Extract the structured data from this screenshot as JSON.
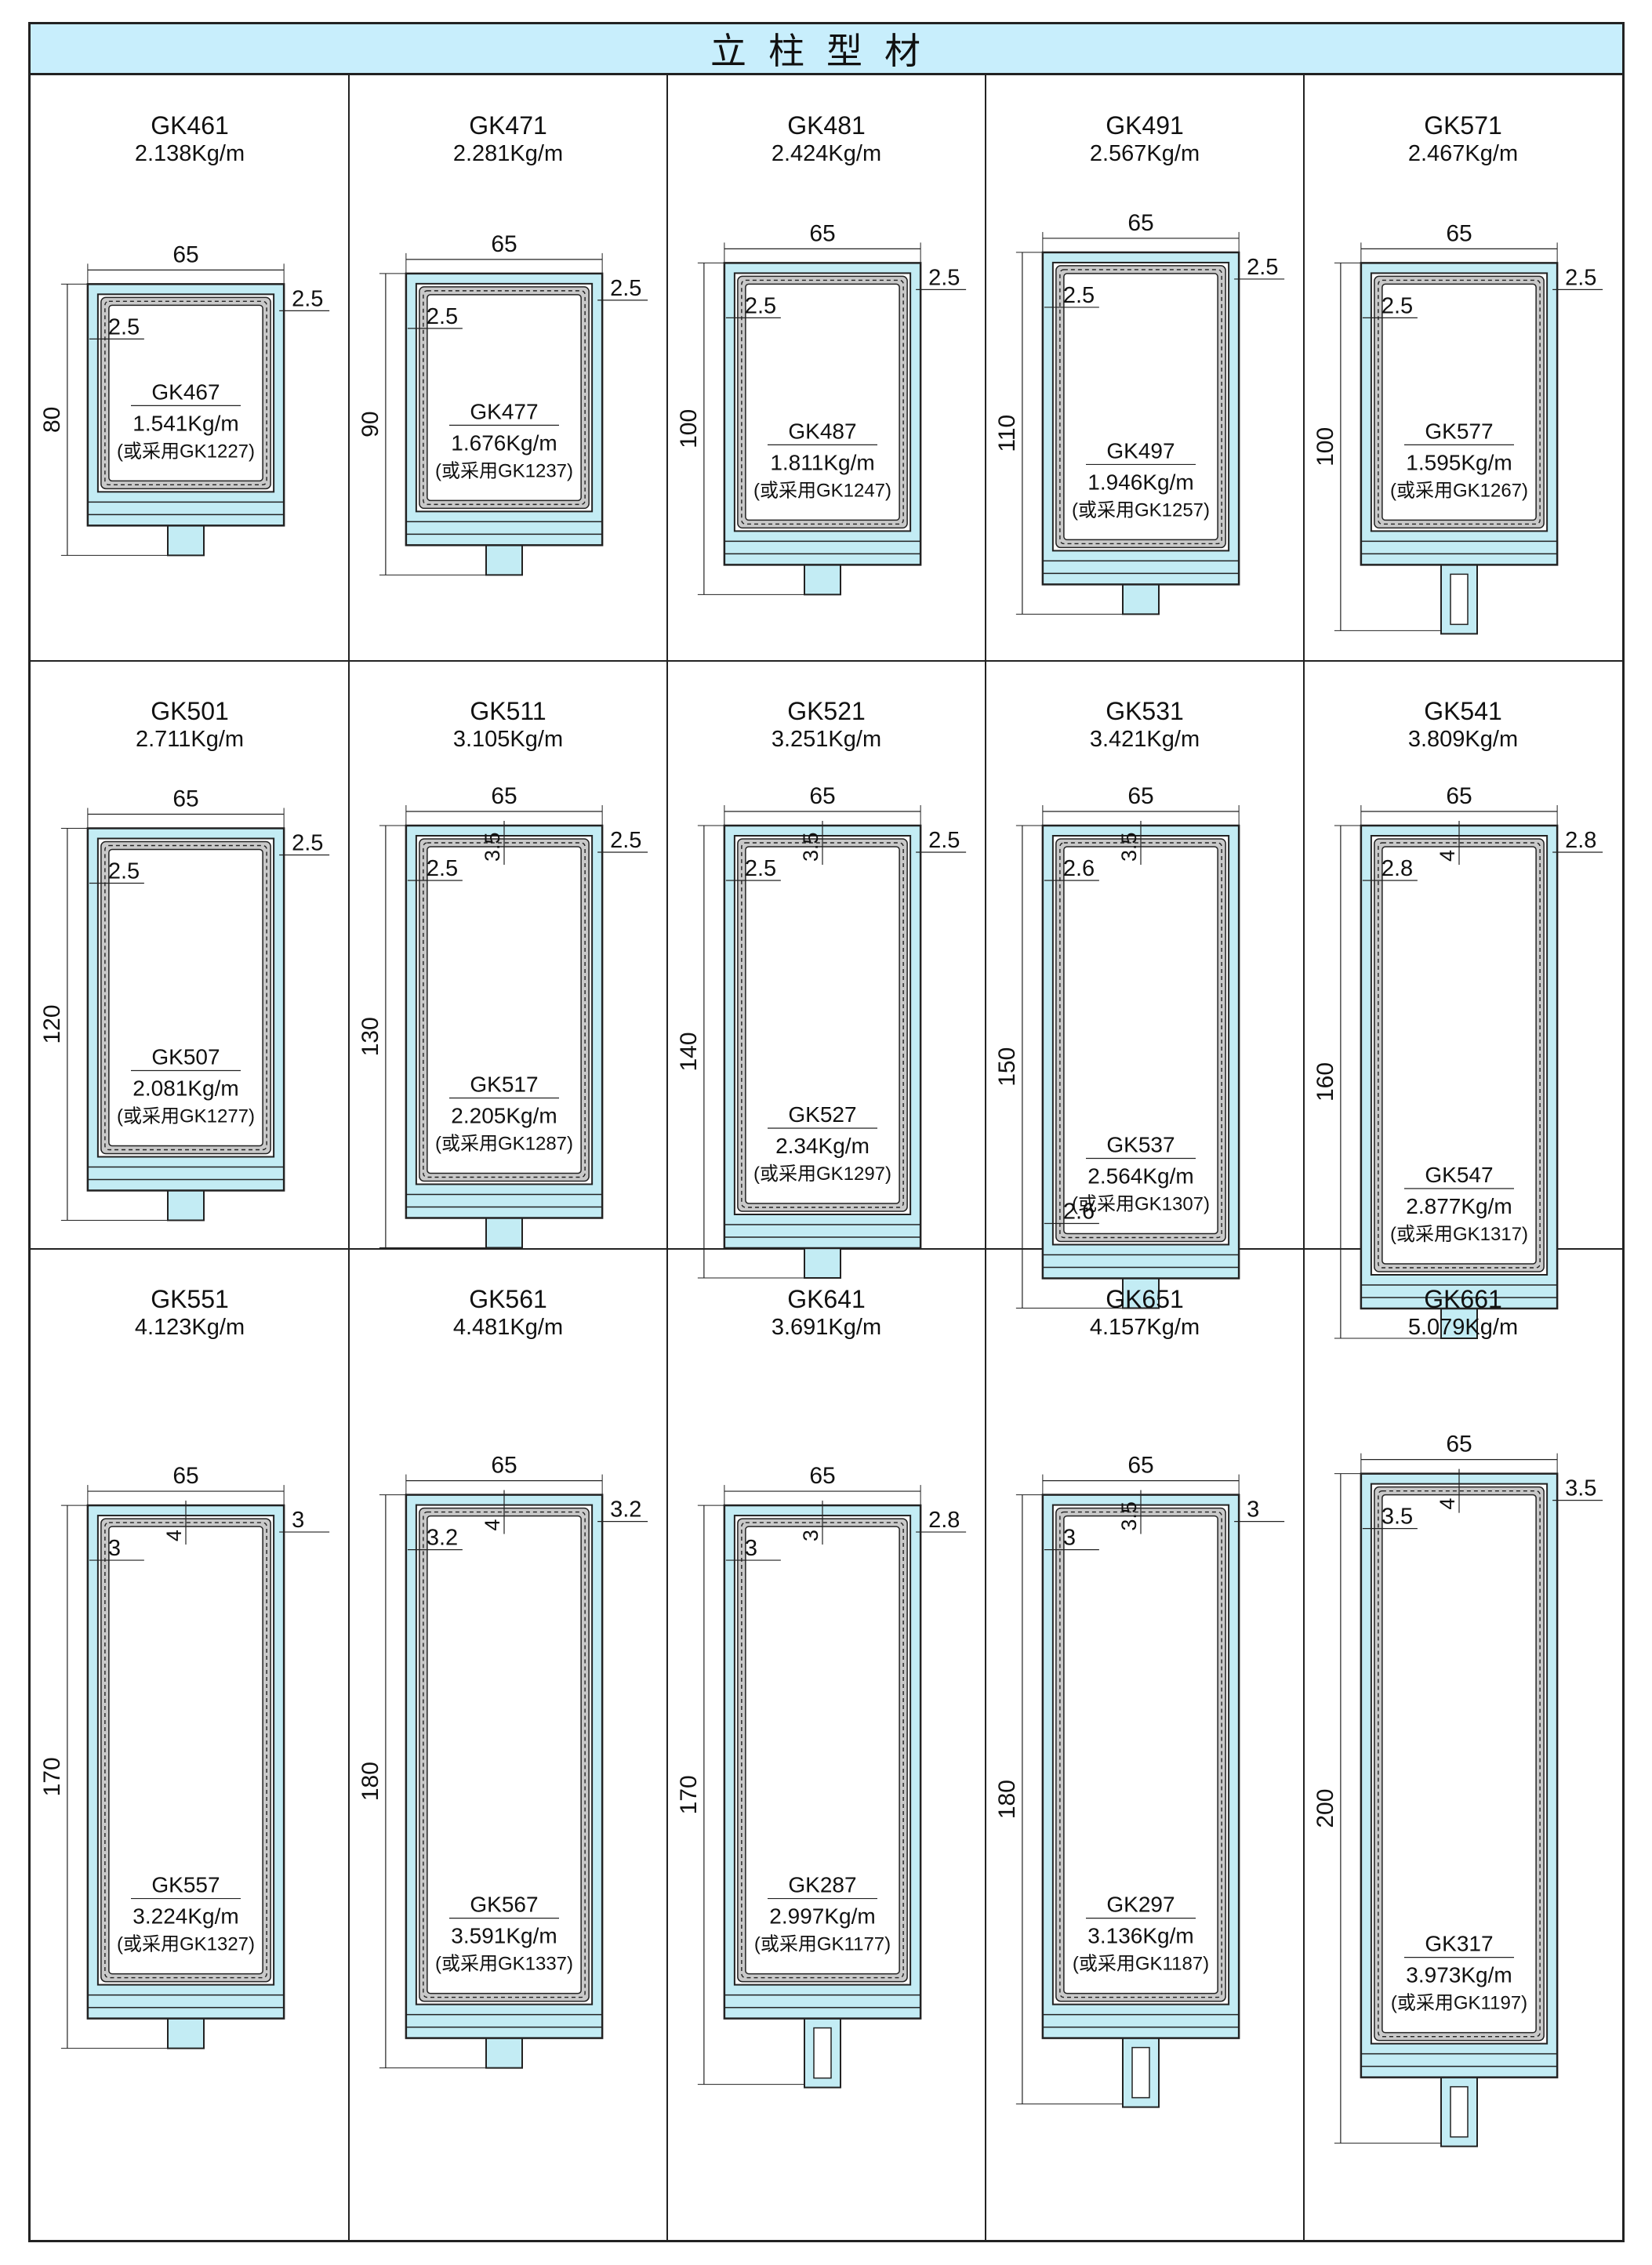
{
  "header": {
    "title": "立柱型材"
  },
  "profiles": [
    {
      "code": "GK461",
      "weight": "2.138Kg/m",
      "width_label": "65",
      "height_label": "80",
      "height_mm": 80,
      "wall_left": "2.5",
      "wall_right": "2.5",
      "wall_top": "",
      "wall_bottom": "",
      "inner_code": "GK467",
      "inner_weight": "1.541Kg/m",
      "inner_alt": "(或采用GK1227)",
      "stem": "plain"
    },
    {
      "code": "GK471",
      "weight": "2.281Kg/m",
      "width_label": "65",
      "height_label": "90",
      "height_mm": 90,
      "wall_left": "2.5",
      "wall_right": "2.5",
      "wall_top": "",
      "wall_bottom": "",
      "inner_code": "GK477",
      "inner_weight": "1.676Kg/m",
      "inner_alt": "(或采用GK1237)",
      "stem": "plain"
    },
    {
      "code": "GK481",
      "weight": "2.424Kg/m",
      "width_label": "65",
      "height_label": "100",
      "height_mm": 100,
      "wall_left": "2.5",
      "wall_right": "2.5",
      "wall_top": "",
      "wall_bottom": "",
      "inner_code": "GK487",
      "inner_weight": "1.811Kg/m",
      "inner_alt": "(或采用GK1247)",
      "stem": "plain"
    },
    {
      "code": "GK491",
      "weight": "2.567Kg/m",
      "width_label": "65",
      "height_label": "110",
      "height_mm": 110,
      "wall_left": "2.5",
      "wall_right": "2.5",
      "wall_top": "",
      "wall_bottom": "",
      "inner_code": "GK497",
      "inner_weight": "1.946Kg/m",
      "inner_alt": "(或采用GK1257)",
      "stem": "plain"
    },
    {
      "code": "GK571",
      "weight": "2.467Kg/m",
      "width_label": "65",
      "height_label": "100",
      "height_mm": 100,
      "wall_left": "2.5",
      "wall_right": "2.5",
      "wall_top": "",
      "wall_bottom": "",
      "inner_code": "GK577",
      "inner_weight": "1.595Kg/m",
      "inner_alt": "(或采用GK1267)",
      "stem": "box"
    },
    {
      "code": "GK501",
      "weight": "2.711Kg/m",
      "width_label": "65",
      "height_label": "120",
      "height_mm": 120,
      "wall_left": "2.5",
      "wall_right": "2.5",
      "wall_top": "",
      "wall_bottom": "",
      "inner_code": "GK507",
      "inner_weight": "2.081Kg/m",
      "inner_alt": "(或采用GK1277)",
      "stem": "plain"
    },
    {
      "code": "GK511",
      "weight": "3.105Kg/m",
      "width_label": "65",
      "height_label": "130",
      "height_mm": 130,
      "wall_left": "2.5",
      "wall_right": "2.5",
      "wall_top": "3.5",
      "wall_bottom": "",
      "inner_code": "GK517",
      "inner_weight": "2.205Kg/m",
      "inner_alt": "(或采用GK1287)",
      "stem": "plain"
    },
    {
      "code": "GK521",
      "weight": "3.251Kg/m",
      "width_label": "65",
      "height_label": "140",
      "height_mm": 140,
      "wall_left": "2.5",
      "wall_right": "2.5",
      "wall_top": "3.5",
      "wall_bottom": "",
      "inner_code": "GK527",
      "inner_weight": "2.34Kg/m",
      "inner_alt": "(或采用GK1297)",
      "stem": "plain"
    },
    {
      "code": "GK531",
      "weight": "3.421Kg/m",
      "width_label": "65",
      "height_label": "150",
      "height_mm": 150,
      "wall_left": "2.6",
      "wall_right": "",
      "wall_top": "3.5",
      "wall_bottom": "2.6",
      "inner_code": "GK537",
      "inner_weight": "2.564Kg/m",
      "inner_alt": "(或采用GK1307)",
      "stem": "plain"
    },
    {
      "code": "GK541",
      "weight": "3.809Kg/m",
      "width_label": "65",
      "height_label": "160",
      "height_mm": 160,
      "wall_left": "2.8",
      "wall_right": "2.8",
      "wall_top": "4",
      "wall_bottom": "",
      "inner_code": "GK547",
      "inner_weight": "2.877Kg/m",
      "inner_alt": "(或采用GK1317)",
      "stem": "plain"
    },
    {
      "code": "GK551",
      "weight": "4.123Kg/m",
      "width_label": "65",
      "height_label": "170",
      "height_mm": 170,
      "wall_left": "3",
      "wall_right": "3",
      "wall_top": "4",
      "wall_bottom": "",
      "inner_code": "GK557",
      "inner_weight": "3.224Kg/m",
      "inner_alt": "(或采用GK1327)",
      "stem": "plain"
    },
    {
      "code": "GK561",
      "weight": "4.481Kg/m",
      "width_label": "65",
      "height_label": "180",
      "height_mm": 180,
      "wall_left": "3.2",
      "wall_right": "3.2",
      "wall_top": "4",
      "wall_bottom": "",
      "inner_code": "GK567",
      "inner_weight": "3.591Kg/m",
      "inner_alt": "(或采用GK1337)",
      "stem": "plain"
    },
    {
      "code": "GK641",
      "weight": "3.691Kg/m",
      "width_label": "65",
      "height_label": "170",
      "height_mm": 170,
      "wall_left": "3",
      "wall_right": "2.8",
      "wall_top": "3",
      "wall_bottom": "",
      "inner_code": "GK287",
      "inner_weight": "2.997Kg/m",
      "inner_alt": "(或采用GK1177)",
      "stem": "box"
    },
    {
      "code": "GK651",
      "weight": "4.157Kg/m",
      "width_label": "65",
      "height_label": "180",
      "height_mm": 180,
      "wall_left": "3",
      "wall_right": "3",
      "wall_top": "3.5",
      "wall_bottom": "",
      "inner_code": "GK297",
      "inner_weight": "3.136Kg/m",
      "inner_alt": "(或采用GK1187)",
      "stem": "box"
    },
    {
      "code": "GK661",
      "weight": "5.079Kg/m",
      "width_label": "65",
      "height_label": "200",
      "height_mm": 200,
      "wall_left": "3.5",
      "wall_right": "3.5",
      "wall_top": "4",
      "wall_bottom": "",
      "inner_code": "GK317",
      "inner_weight": "3.973Kg/m",
      "inner_alt": "(或采用GK1197)",
      "stem": "box"
    }
  ]
}
